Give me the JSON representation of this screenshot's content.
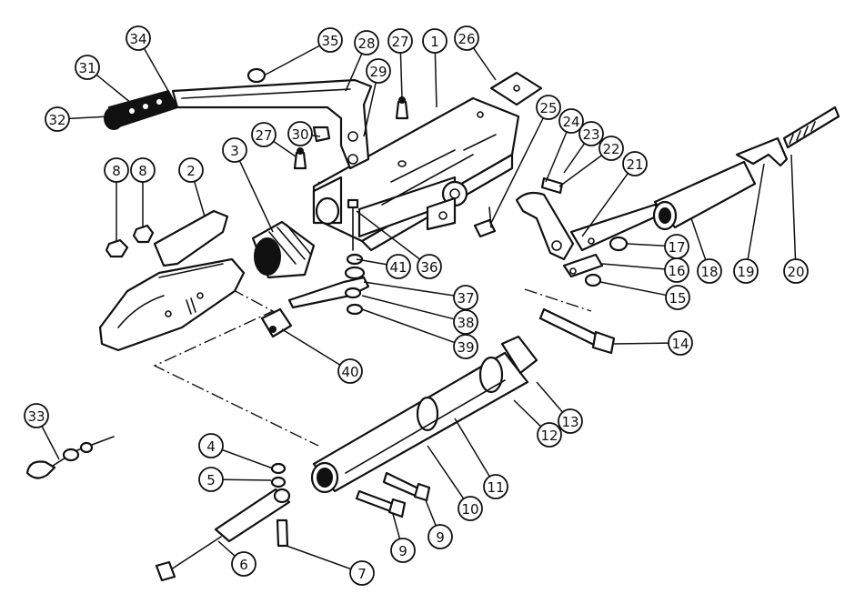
{
  "labels": [
    "1",
    "2",
    "3",
    "4",
    "5",
    "6",
    "7",
    "8",
    "8",
    "9",
    "9",
    "10",
    "11",
    "12",
    "13",
    "14",
    "15",
    "16",
    "17",
    "18",
    "19",
    "20",
    "21",
    "22",
    "23",
    "24",
    "25",
    "26",
    "27",
    "27",
    "28",
    "29",
    "30",
    "31",
    "32",
    "33",
    "34",
    "35",
    "36",
    "37",
    "38",
    "39",
    "40",
    "41"
  ],
  "colors": {
    "ink": "#111111",
    "paper": "#ffffff"
  }
}
